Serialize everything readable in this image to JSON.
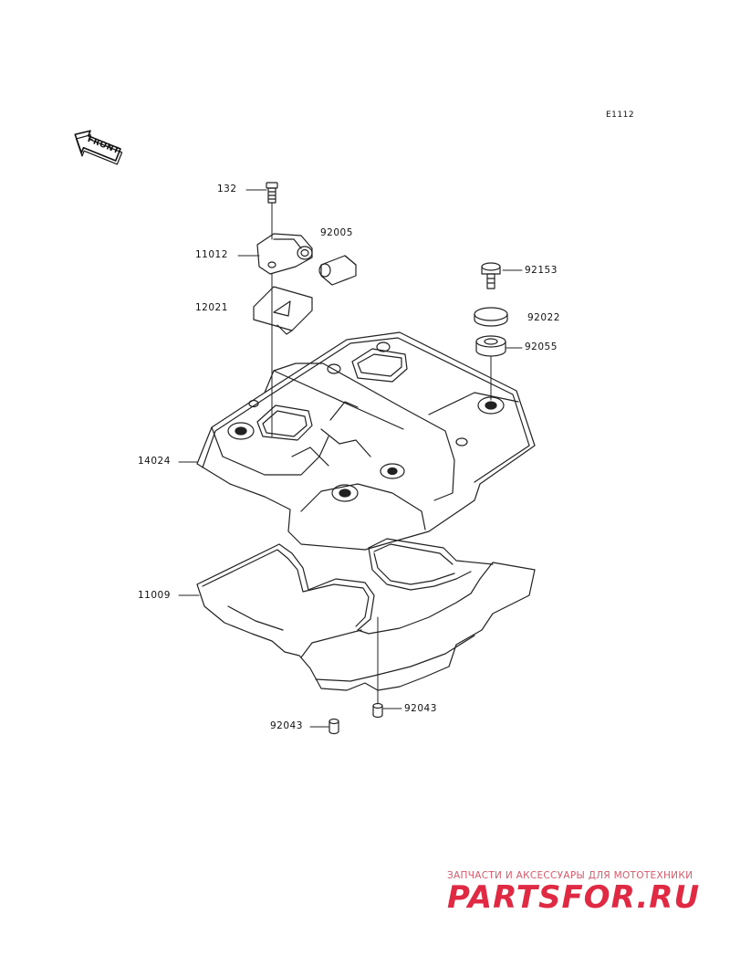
{
  "diagram_code": "E1112",
  "front_arrow": {
    "text": "FRONT",
    "icon": "front-arrow-icon"
  },
  "parts": [
    {
      "id": "132"
    },
    {
      "id": "11012"
    },
    {
      "id": "92005"
    },
    {
      "id": "12021"
    },
    {
      "id": "92153"
    },
    {
      "id": "92022"
    },
    {
      "id": "92055"
    },
    {
      "id": "14024"
    },
    {
      "id": "11009"
    },
    {
      "id": "92043"
    },
    {
      "id": "92043"
    }
  ],
  "watermark": {
    "subtitle": "ЗАПЧАСТИ И АКСЕССУАРЫ ДЛЯ МОТОТЕХНИКИ",
    "brand": "PARTSFOR.RU",
    "color": "#e02a44"
  }
}
